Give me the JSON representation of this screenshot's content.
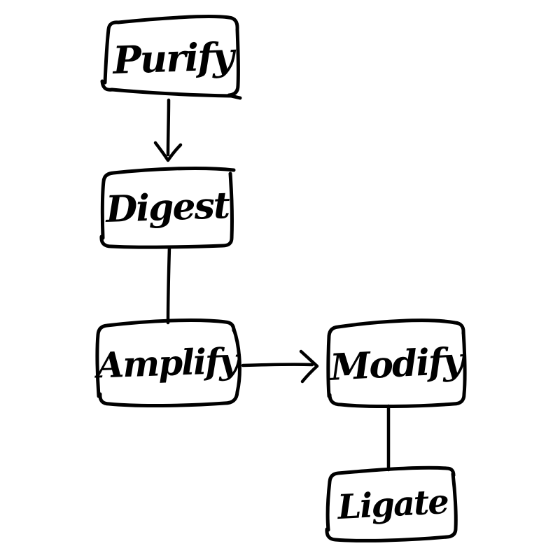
{
  "diagram": {
    "type": "flowchart",
    "style": "hand-drawn-sketch",
    "background_color": "#ffffff",
    "stroke_color": "#000000",
    "text_color": "#000000",
    "nodes": [
      {
        "id": "purify",
        "label": "Purify"
      },
      {
        "id": "digest",
        "label": "Digest"
      },
      {
        "id": "amplify",
        "label": "Amplify"
      },
      {
        "id": "modify",
        "label": "Modify"
      },
      {
        "id": "ligate",
        "label": "Ligate"
      }
    ],
    "edges": [
      {
        "from": "purify",
        "to": "digest",
        "connector": "arrow",
        "direction": "down"
      },
      {
        "from": "digest",
        "to": "amplify",
        "connector": "line",
        "direction": "down"
      },
      {
        "from": "amplify",
        "to": "modify",
        "connector": "arrow",
        "direction": "right"
      },
      {
        "from": "modify",
        "to": "ligate",
        "connector": "line",
        "direction": "down"
      }
    ]
  }
}
